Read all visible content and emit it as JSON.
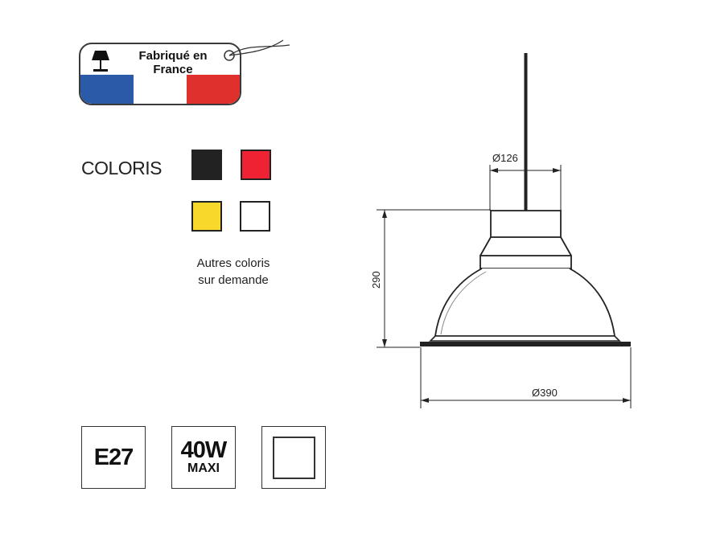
{
  "badge": {
    "line1": "Fabriqué en",
    "line2": "France",
    "flag_colors": [
      "#2b5aa8",
      "#ffffff",
      "#e0302e"
    ]
  },
  "coloris": {
    "label": "COLORIS",
    "swatches": [
      {
        "name": "black",
        "color": "#222222"
      },
      {
        "name": "red",
        "color": "#ee2233"
      },
      {
        "name": "yellow",
        "color": "#f8d82a"
      },
      {
        "name": "white",
        "color": "#ffffff"
      }
    ],
    "note_line1": "Autres coloris",
    "note_line2": "sur demande"
  },
  "dimensions": {
    "top_diameter": "Ø126",
    "height": "290",
    "bottom_diameter": "Ø390"
  },
  "specs": {
    "socket": "E27",
    "power": "40W",
    "power_note": "MAXI"
  }
}
